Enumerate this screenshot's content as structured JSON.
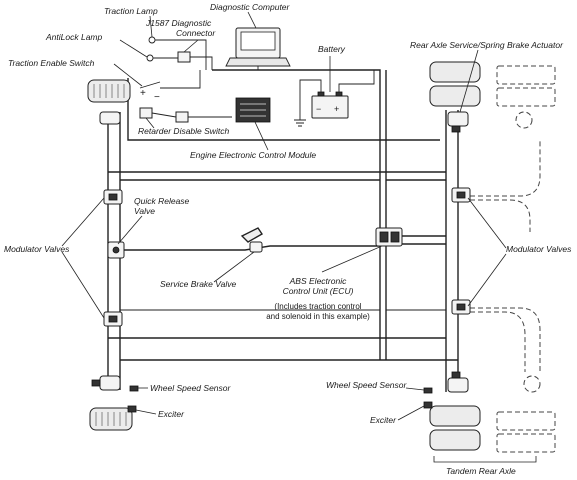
{
  "labels": {
    "traction_lamp": "Traction Lamp",
    "diagnostic_computer": "Diagnostic Computer",
    "j1587_line1": "J1587 Diagnostic",
    "j1587_line2": "Connector",
    "antilock_lamp": "AntiLock Lamp",
    "traction_enable_switch": "Traction Enable Switch",
    "battery": "Battery",
    "rear_axle_actuator": "Rear Axle Service/Spring Brake Actuator",
    "retarder_disable_switch": "Retarder Disable  Switch",
    "engine_ecm": "Engine Electronic Control Module",
    "quick_release_line1": "Quick Release",
    "quick_release_line2": "Valve",
    "modulator_valves_left": "Modulator Valves",
    "modulator_valves_right": "Modulator Valves",
    "service_brake_valve": "Service Brake Valve",
    "abs_ecu_line1": "ABS Electronic",
    "abs_ecu_line2": "Control Unit (ECU)",
    "abs_note_line1": "(Includes traction control",
    "abs_note_line2": "and solenoid in this example)",
    "wheel_speed_sensor_left": "Wheel Speed Sensor",
    "wheel_speed_sensor_right": "Wheel Speed Sensor",
    "exciter_left": "Exciter",
    "exciter_right": "Exciter",
    "tandem_rear_axle": "Tandem Rear Axle"
  },
  "symbols": {
    "battery_plus": "+",
    "battery_minus": "−",
    "switch_plus": "+",
    "switch_minus": "−"
  }
}
